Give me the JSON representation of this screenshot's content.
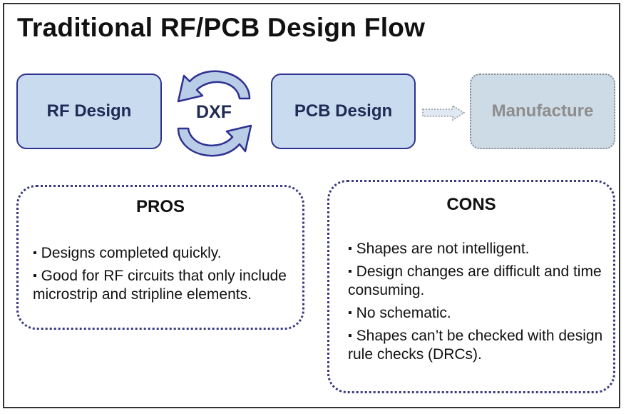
{
  "title": "Traditional RF/PCB Design Flow",
  "flow": {
    "rf_design": "RF Design",
    "exchange": "DXF",
    "pcb_design": "PCB Design",
    "manufacture": "Manufacture"
  },
  "pros": {
    "heading": "PROS",
    "items": [
      "Designs completed quickly.",
      "Good for RF circuits that only include microstrip and stripline elements."
    ]
  },
  "cons": {
    "heading": "CONS",
    "items": [
      "Shapes are not intelligent.",
      "Design changes are difficult and time consuming.",
      "No schematic.",
      "Shapes can’t be checked with design rule checks (DRCs)."
    ]
  },
  "colors": {
    "box_fill": "#c9dcef",
    "box_border": "#2e3191",
    "arrow_fill": "#b9cde6",
    "disabled_text": "#8d8d8d"
  }
}
